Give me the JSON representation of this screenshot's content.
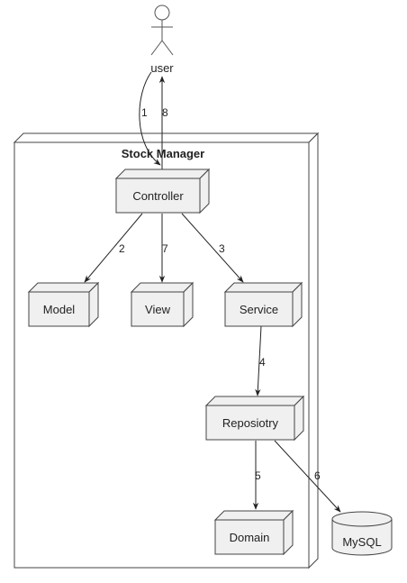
{
  "diagram": {
    "container_title": "Stock Manager",
    "actor": {
      "label": "user"
    },
    "nodes": {
      "controller": "Controller",
      "model": "Model",
      "view": "View",
      "service": "Service",
      "repository": "Reposiotry",
      "domain": "Domain",
      "database": "MySQL"
    },
    "edges": [
      {
        "from": "user",
        "to": "controller",
        "label": "1"
      },
      {
        "from": "controller",
        "to": "user",
        "label": "8"
      },
      {
        "from": "controller",
        "to": "model",
        "label": "2"
      },
      {
        "from": "controller",
        "to": "view",
        "label": "7"
      },
      {
        "from": "controller",
        "to": "service",
        "label": "3"
      },
      {
        "from": "service",
        "to": "repository",
        "label": "4"
      },
      {
        "from": "repository",
        "to": "domain",
        "label": "5"
      },
      {
        "from": "repository",
        "to": "database",
        "label": "6"
      }
    ]
  },
  "colors": {
    "node_fill": "#f0f0f0",
    "stroke": "#444444",
    "text": "#222222",
    "background": "#ffffff"
  }
}
